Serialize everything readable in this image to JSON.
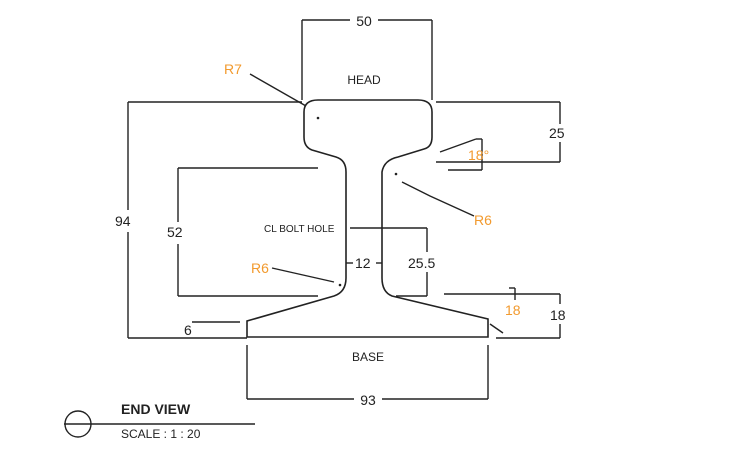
{
  "labels": {
    "head": "HEAD",
    "base": "BASE",
    "bolt_hole": "CL BOLT HOLE"
  },
  "dimensions": {
    "head_width": "50",
    "overall_height": "94",
    "web_height": "52",
    "head_depth": "25",
    "web_thickness": "12",
    "bolt_hole_height": "25.5",
    "base_depth": "18",
    "base_width": "93",
    "base_edge": "6"
  },
  "annotations": {
    "head_corner_radius": "R7",
    "head_fillet_radius": "R6",
    "base_fillet_radius": "R6",
    "head_angle": "18°",
    "base_angle": "18"
  },
  "view": {
    "title": "END VIEW",
    "scale": "SCALE : 1 : 20"
  },
  "colors": {
    "line": "#222222",
    "annotation": "#f29a2e"
  }
}
